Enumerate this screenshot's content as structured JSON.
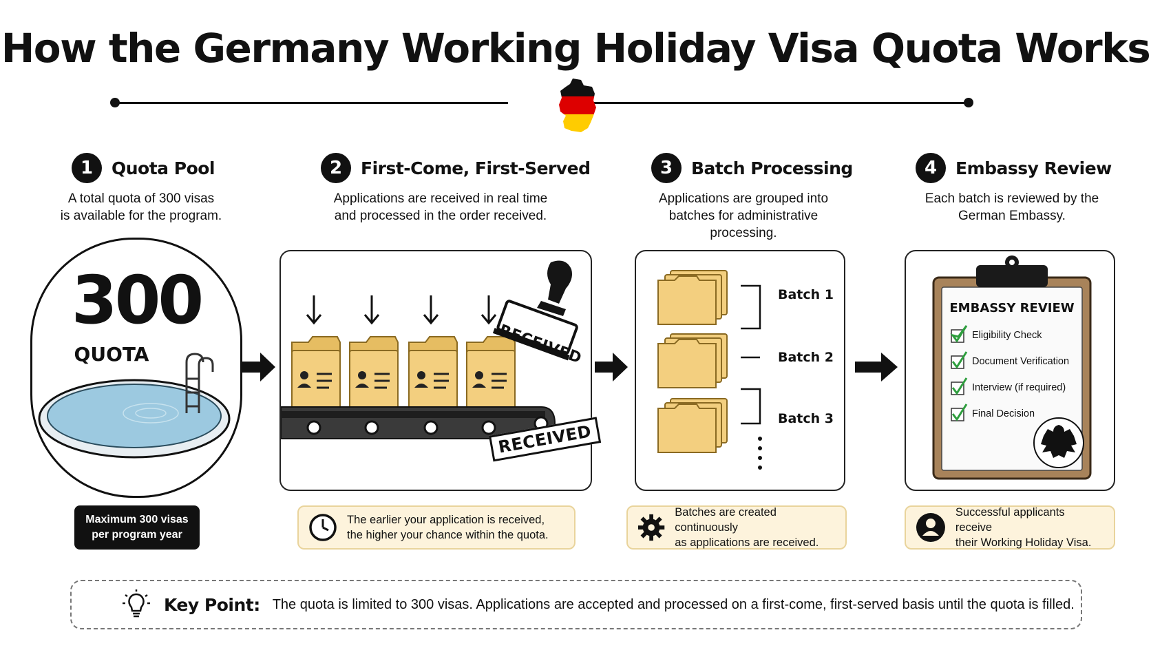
{
  "title": "How the Germany Working Holiday Visa Quota Works",
  "steps": [
    {
      "number": "1",
      "title": "Quota Pool",
      "desc_lines": [
        "A total quota of 300 visas",
        "is available for the program."
      ]
    },
    {
      "number": "2",
      "title": "First-Come, First-Served",
      "desc_lines": [
        "Applications are received in real time",
        "and processed in the order received."
      ]
    },
    {
      "number": "3",
      "title": "Batch Processing",
      "desc_lines": [
        "Applications are grouped into",
        "batches for administrative",
        "processing."
      ]
    },
    {
      "number": "4",
      "title": "Embassy Review",
      "desc_lines": [
        "Each batch is reviewed by the",
        "German Embassy."
      ]
    }
  ],
  "pool": {
    "number": "300",
    "label": "QUOTA"
  },
  "stamp": {
    "text": "RECEIVED"
  },
  "batches": [
    "Batch 1",
    "Batch 2",
    "Batch 3"
  ],
  "clipboard": {
    "heading": "EMBASSY REVIEW",
    "checks": [
      "Eligibility Check",
      "Document Verification",
      "Interview (if required)",
      "Final Decision"
    ]
  },
  "notes": {
    "max": {
      "line1": "Maximum 300 visas",
      "line2": "per program year"
    },
    "earlier": {
      "line1": "The earlier your application is received,",
      "line2": "the higher your chance within the quota."
    },
    "batches": {
      "line1": "Batches are created continuously",
      "line2": "as applications are received."
    },
    "success": {
      "line1": "Successful applicants receive",
      "line2": "their Working Holiday Visa."
    }
  },
  "key_point": {
    "label": "Key Point:",
    "text": "The quota is limited to 300 visas. Applications are accepted and processed on a first-come, first-served basis until the quota is filled."
  },
  "colors": {
    "ink": "#111111",
    "folder": "#f3cf7f",
    "note_bg": "#fdf3dc",
    "note_border": "#e9d49c",
    "water": "#9cc9e0",
    "check": "#2e9e3e",
    "flag_black": "#111111",
    "flag_red": "#dd0000",
    "flag_gold": "#ffcc00"
  },
  "icons": [
    "germany-flag-icon",
    "clock-icon",
    "gear-icon",
    "user-icon",
    "lightbulb-icon",
    "eagle-seal-icon",
    "rubber-stamp-icon",
    "down-arrow-icon",
    "right-arrow-icon",
    "check-icon",
    "folder-icon"
  ]
}
